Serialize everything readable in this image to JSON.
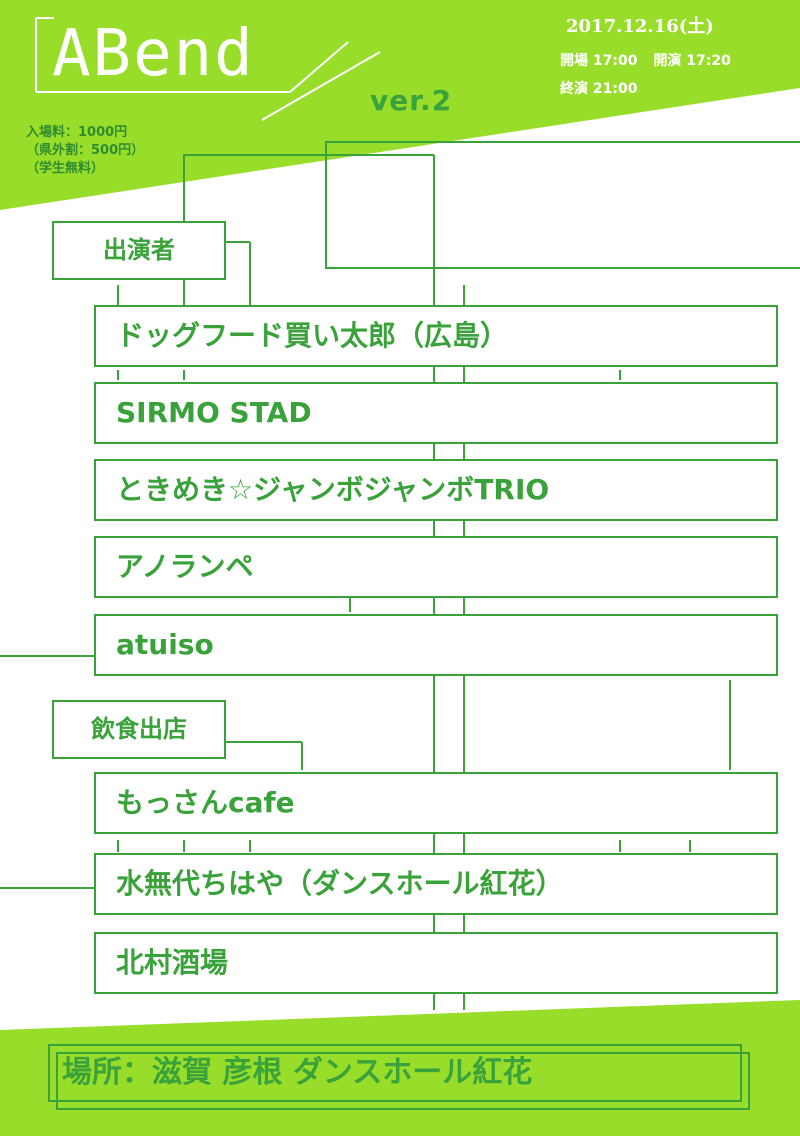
{
  "colors": {
    "lime": "#99dd2b",
    "green": "#3aa23a",
    "dark_green": "#2f8d2f",
    "white": "#ffffff"
  },
  "header": {
    "logo": "ABend",
    "version": "ver.2",
    "date": "2017.12.16(土)",
    "open": "開場 17:00",
    "start": "開演 17:20",
    "end": "終演 21:00"
  },
  "fees": {
    "line1": "入場料：1000円",
    "line2": "（県外割：500円）",
    "line3": "（学生無料）"
  },
  "performers": {
    "label": "出演者",
    "items": [
      "ドッグフード買い太郎（広島）",
      "SIRMO STAD",
      "ときめき☆ジャンボジャンボTRIO",
      "アノランペ",
      "atuiso"
    ]
  },
  "food": {
    "label": "飲食出店",
    "items": [
      "もっさんcafe",
      "水無代ちはや（ダンスホール紅花）",
      "北村酒場"
    ]
  },
  "venue": "場所：滋賀 彦根 ダンスホール紅花"
}
